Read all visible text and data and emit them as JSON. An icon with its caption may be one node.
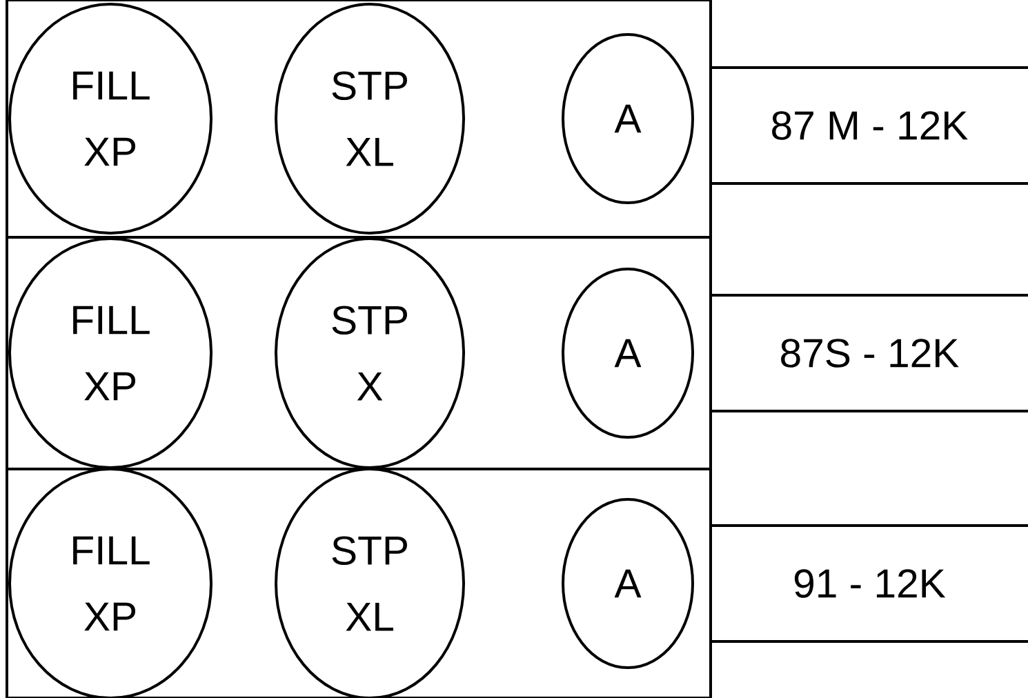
{
  "diagram": {
    "nodes": [
      {
        "text": [],
        "shape": "box"
      },
      {
        "text": [
          "FILL XP"
        ],
        "in": 0
      },
      {
        "text": [
          "STP XL"
        ],
        "in": 0
      },
      {
        "text": [
          "A"
        ],
        "in": 0
      },
      {
        "text": [
          "87 M - 12K"
        ]
      },
      {
        "text": [],
        "shape": "box"
      },
      {
        "text": [
          "FILL XP"
        ],
        "in": 5
      },
      {
        "text": [
          "STP X"
        ],
        "in": 5
      },
      {
        "text": [
          "A"
        ],
        "in": 5
      },
      {
        "text": [
          "87S - 12K"
        ]
      },
      {
        "text": [],
        "shape": "box"
      },
      {
        "text": [
          "FILL XP"
        ],
        "in": 10
      },
      {
        "text": [
          "STP XL"
        ],
        "in": 10
      },
      {
        "text": [
          "A"
        ],
        "in": 10
      },
      {
        "text": [
          "91 - 12K"
        ]
      }
    ],
    "edges": []
  }
}
